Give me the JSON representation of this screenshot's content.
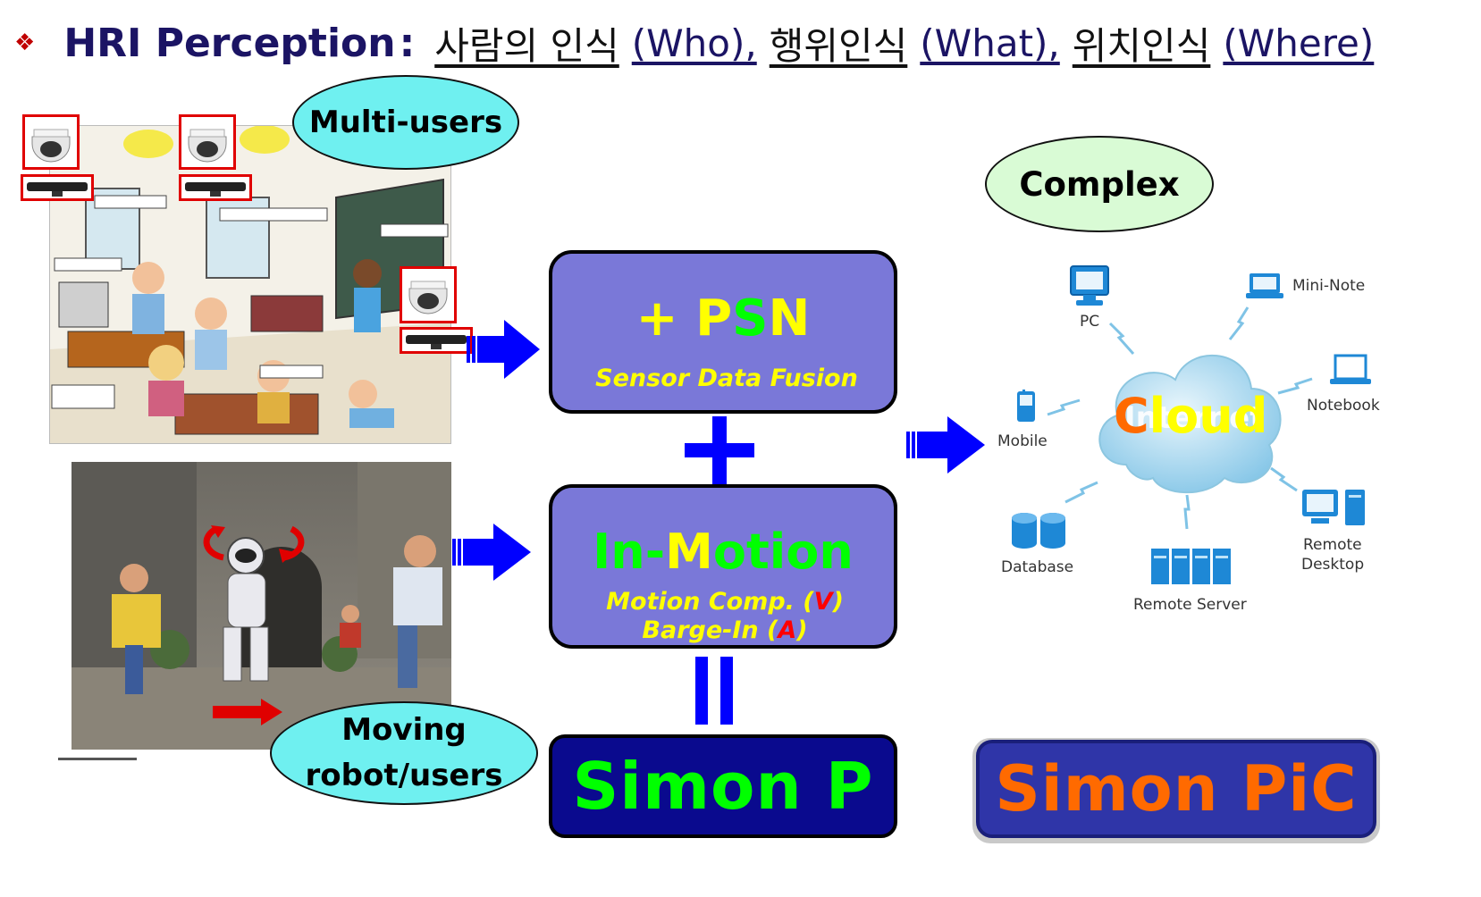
{
  "title": {
    "bullet": "❖",
    "lead": "HRI Perception",
    "colon": ":",
    "p1_kr": "사람의 인식",
    "p1_en": "(Who),",
    "p2_kr": "행위인식",
    "p2_en": "(What),",
    "p3_kr": "위치인식",
    "p3_en": "(Where)"
  },
  "left": {
    "multi_users": "Multi-users",
    "moving_users": "Moving robot/users"
  },
  "center": {
    "psn_plus": "+ ",
    "psn_p": "P",
    "psn_s": "S",
    "psn_n": "N",
    "psn_sub": "Sensor Data Fusion",
    "plus_sign": "+",
    "inmotion_a": "In-",
    "inmotion_b": "M",
    "inmotion_c": "otion",
    "inmotion_sub1_a": "Motion Comp. (",
    "inmotion_sub1_v": "V",
    "inmotion_sub1_b": ")",
    "inmotion_sub2_a": "Barge-In (",
    "inmotion_sub2_v": "A",
    "inmotion_sub2_b": ")",
    "simon_p": "Simon P"
  },
  "right": {
    "complex": "Complex",
    "cloud_c": "C",
    "cloud_rest": "loud",
    "cloud_inner": "Internet",
    "pc": "PC",
    "mini_note": "Mini-Note",
    "notebook": "Notebook",
    "mobile": "Mobile",
    "database": "Database",
    "remote_server": "Remote Server",
    "remote_desktop_1": "Remote",
    "remote_desktop_2": "Desktop",
    "simon_pic": "Simon PiC"
  },
  "colors": {
    "title_navy": "#1b1464",
    "box_blue": "#7a78d8",
    "box_navy": "#0a0a8e",
    "yellow": "#ffff00",
    "green": "#00ff00",
    "red": "#ff0000",
    "orange": "#ff6a00",
    "arrow_blue": "#0000ff",
    "cyan": "#6ff0f0",
    "mint": "#d9fbd5"
  }
}
